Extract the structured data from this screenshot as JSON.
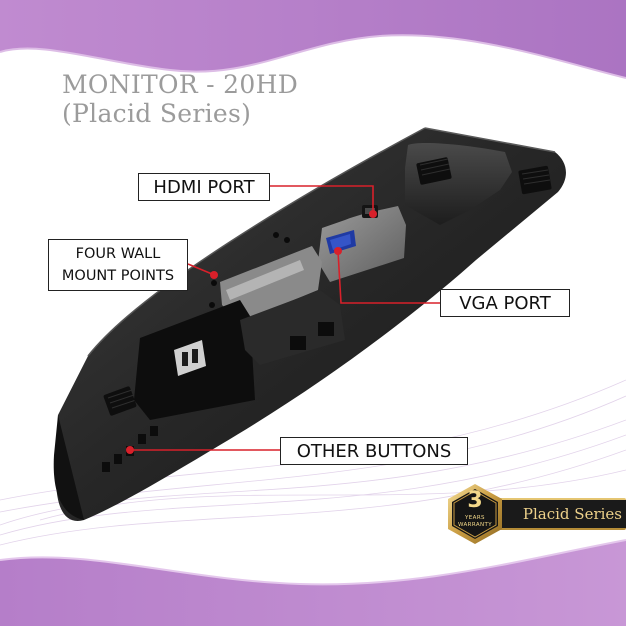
{
  "title": {
    "line1": "MONITOR - 20HD",
    "line2": "(Placid Series)"
  },
  "callouts": {
    "hdmi": "HDMI PORT",
    "vga": "VGA PORT",
    "wall_line1": "FOUR WALL",
    "wall_line2": "MOUNT POINTS",
    "buttons": "OTHER BUTTONS"
  },
  "badge": {
    "years": "3",
    "years_label": "YEARS",
    "warranty_label": "WARRANTY",
    "series_name": "Placid Series"
  },
  "colors": {
    "accent_purple": "#b682c8",
    "callout_red": "#d8202a",
    "gold": "#d4af5a"
  }
}
